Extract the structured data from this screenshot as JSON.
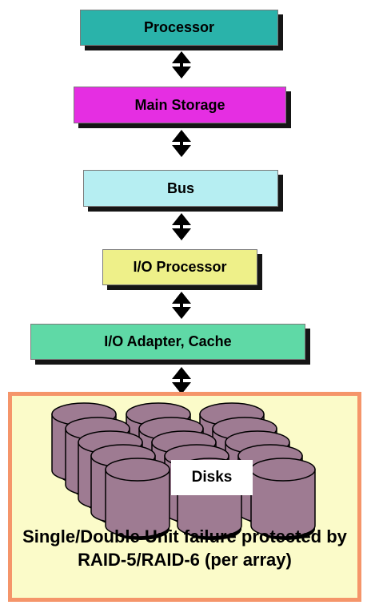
{
  "blocks": {
    "processor": "Processor",
    "main_storage": "Main Storage",
    "bus": "Bus",
    "io_processor": "I/O Processor",
    "io_adapter": "I/O Adapter, Cache"
  },
  "disks": {
    "label": "Disks",
    "caption": "Single/Double Unit failure protected by RAID-5/RAID-6 (per array)"
  },
  "colors": {
    "processor": "#2ab3aa",
    "main_storage": "#e52ee2",
    "bus": "#b6eef2",
    "io_processor": "#eef089",
    "io_adapter": "#5fd9a6",
    "disk": "#9e7b92",
    "disk_panel": "#fbfbc9",
    "disk_panel_border": "#f5956a"
  },
  "icons": [
    "double-headed-arrow-icon",
    "disk-cylinder-icon"
  ]
}
